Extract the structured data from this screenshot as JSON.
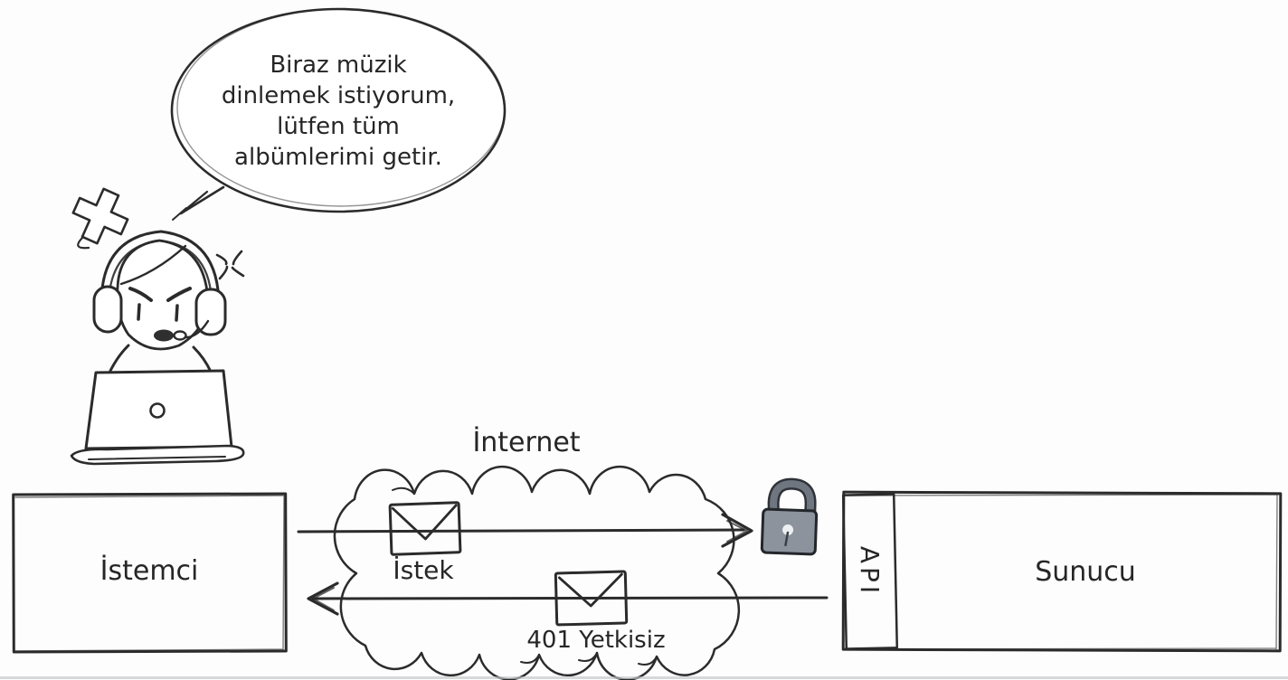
{
  "scene": {
    "background": "#fdfdfd",
    "ink": "#2b2b2b",
    "bottom_edge_color": "#c2c6c8"
  },
  "speech_bubble": {
    "lines": [
      "Biraz müzik",
      "dinlemek istiyorum,",
      "lütfen tüm",
      "albümlerimi getir."
    ]
  },
  "internet": {
    "label": "İnternet",
    "cloud_fill": "#d8e9f7"
  },
  "client": {
    "label": "İstemci",
    "fill": "#ffffff"
  },
  "server": {
    "label": "Sunucu",
    "fill": "#ffffff"
  },
  "api": {
    "label": "API",
    "fill": "#f6e190"
  },
  "request": {
    "label": "İstek",
    "envelope_fill": "#ffffff"
  },
  "response": {
    "label": "401 Yetkisiz",
    "envelope_fill": "#f6b5b2",
    "label_color": "#cc3733"
  },
  "lock": {
    "body_color": "#8c939c",
    "shackle_color": "#6f767f",
    "keyhole_color": "#edf0f2"
  }
}
